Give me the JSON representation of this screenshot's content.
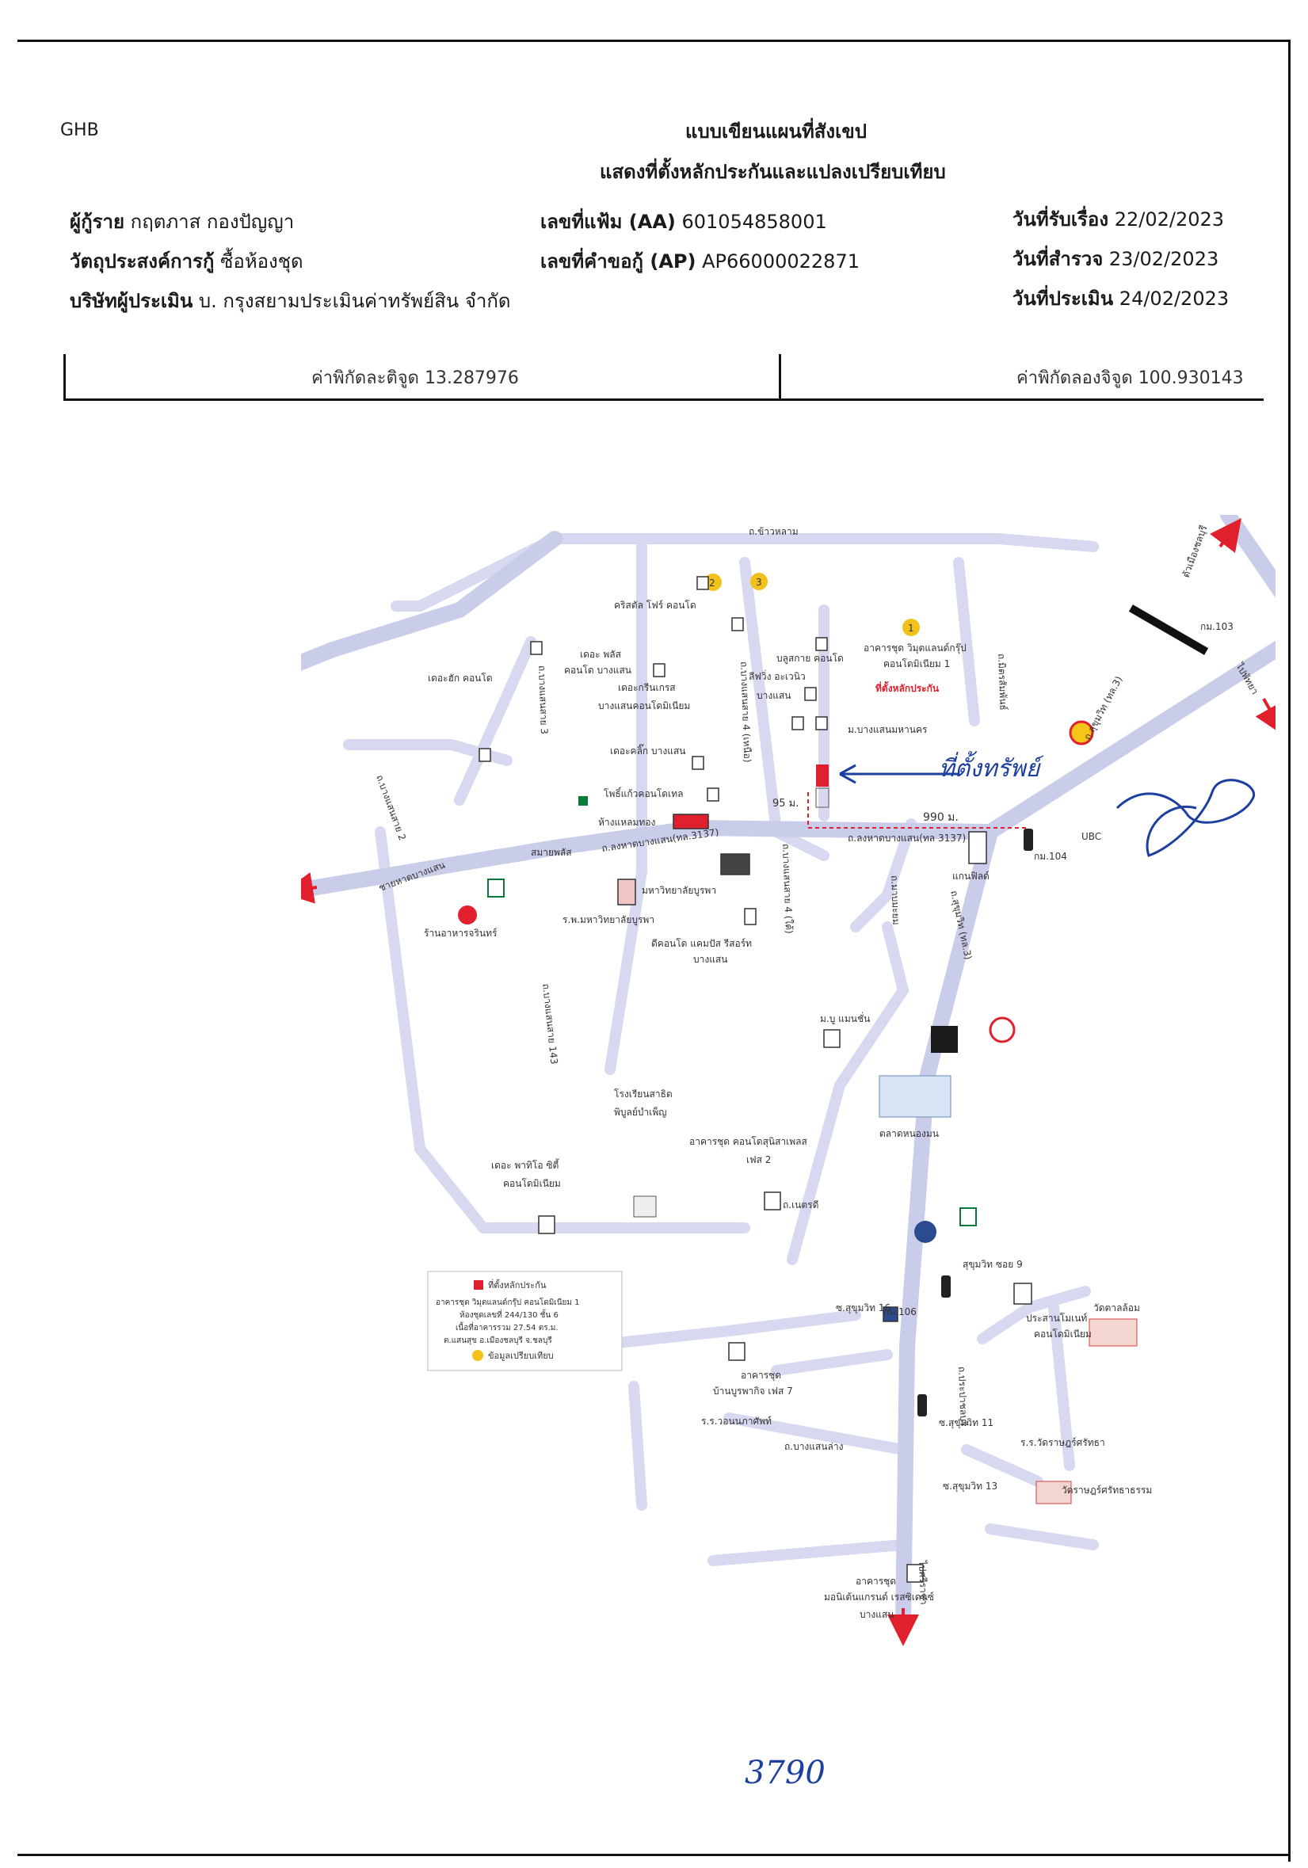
{
  "header": {
    "org": "GHB",
    "title": "แบบเขียนแผนที่สังเขป",
    "subtitle": "แสดงที่ตั้งหลักประกันและแปลงเปรียบเทียบ"
  },
  "fields": {
    "borrower_label": "ผู้กู้ราย",
    "borrower_value": "กฤตภาส กองปัญญา",
    "purpose_label": "วัตถุประสงค์การกู้",
    "purpose_value": "ซื้อห้องชุด",
    "appraiser_label": "บริษัทผู้ประเมิน",
    "appraiser_value": "บ. กรุงสยามประเมินค่าทรัพย์สิน จำกัด",
    "file_no_label": "เลขที่แฟ้ม (AA)",
    "file_no_value": "601054858001",
    "app_no_label": "เลขที่คำขอกู้ (AP)",
    "app_no_value": "AP66000022871",
    "received_label": "วันที่รับเรื่อง",
    "received_value": "22/02/2023",
    "survey_label": "วันที่สำรวจ",
    "survey_value": "23/02/2023",
    "appraisal_label": "วันที่ประเมิน",
    "appraisal_value": "24/02/2023"
  },
  "coords": {
    "lat_label": "ค่าพิกัดละติจูด",
    "lat_value": "13.287976",
    "lng_label": "ค่าพิกัดลองจิจูด",
    "lng_value": "100.930143"
  },
  "map": {
    "road_labels": {
      "chaowalam": "ถ.ข้าวหลาม",
      "longhad": "ถ.ลงหาดบางแสน(ทล.3137)",
      "longhad2": "ถ.ลงหาดบางแสน(ทล 3137)",
      "sukhumvit": "ถ.สุขุมวิท (ทล.3)",
      "sukhumvit_lower": "ถ.สุขุมวิท (ทล.3)",
      "bangsaen4": "ถ.บางแสนสาย 4 (เหนือ)",
      "bangsaen4_south": "ถ.บางแสนสาย 4 (ใต้)",
      "bangsaen3": "ถ.บางแสนสาย 3",
      "bangsaen2": "ถ.บางแสนสาย 2",
      "bangsaen143": "ถ.บางแสนสาย 143",
      "nettadi": "ถ.เนตรดี",
      "sukhumvit9": "สุขุมวิท ซอย 9",
      "sukhumvit16": "ซ.สุขุมวิท 16",
      "sukhumvit11": "ซ.สุขุมวิท 11",
      "sukhumvit13": "ซ.สุขุมวิท 13",
      "bangsaenlang": "ถ.บางแสนล่าง",
      "phraya": "ถ.มาบมะยม",
      "to_muang": "ตัวเมืองชลบุรี",
      "to_pattaya": "ไปพัทยา",
      "to_sriracha": "ไปศรีราชา",
      "beach": "ชายหาดบางแสน",
      "prapas": "ถ.ประปาชลบุรี",
      "mitr": "ถ.มิตรสัมพันธ์",
      "km103": "กม.103",
      "km104": "กม.104",
      "km106": "กม.106"
    },
    "places": {
      "the_hug": "เดอะฮัก คอนโด",
      "the_plus": "เดอะ พลัส",
      "the_plus2": "คอนโด บางแสน",
      "the_green": "เดอะกรีนเกรส",
      "bangsaen_condo": "บางแสนคอนโดมิเนียม",
      "crystal": "คริสตัล โฟร์ คอนโด",
      "the_click": "เดอะคลิ๊ก บางแสน",
      "phet": "โพธิ์แก้วคอนโดเทล",
      "lotus": "ห้างแหลมทอง",
      "samai": "สมายพลัส",
      "burapha": "มหาวิทยาลัยบูรพา",
      "burapha_hosp": "ร.พ.มหาวิทยาลัยบูรพา",
      "campus": "ดีคอนโด แคมปัส รีสอร์ท",
      "campus2": "บางแสน",
      "restaurant": "ร้านอาหารจรินทร์",
      "bluesky": "บลูสกาย คอนโด",
      "lifestyle": "ลีฟวิ่ง อะเวนิว",
      "lifestyle2": "บางแสน",
      "mahanakorn": "ม.บางแสนมหานคร",
      "target_note": "อาคารชุด วิมุตแลนด์กรุ๊ป",
      "target_note2": "คอนโดมิเนียม 1",
      "target_tag": "ที่ตั้งหลักประกัน",
      "handwritten": "ที่ตั้งทรัพย์",
      "gainfield": "แกนฟิลด์",
      "ubc": "UBC",
      "manchan": "ม.บู แมนชั่น",
      "nongmon": "ตลาดหนองมน",
      "school": "โรงเรียนสาธิต",
      "school2": "พิบูลย์บำเพ็ญ",
      "condo_rising": "อาคารชุด คอนโดสุนิสาเพลส",
      "condo_rising2": "เฟส 2",
      "the_pattio": "เดอะ พาทิโอ ซิตี้",
      "the_pattio2": "คอนโดมิเนียม",
      "wat_tamla": "วัดตาลล้อม",
      "wat_sri": "วัดราษฎร์ศรัทธาธรรม",
      "school_wat": "ร.ร.วัดราษฎร์ศรัทธา",
      "school_won": "ร.ร.วอนนภาศัพท์",
      "ban_burapha": "อาคารชุด",
      "ban_burapha2": "บ้านบูรพากิจ เฟส 7",
      "condo_bottom": "อาคารชุด",
      "condo_bottom2": "มอนิเต้นแกรนด์ เรสซิเดนซ์",
      "condo_bottom3": "บางแสน",
      "condo_right": "ประสานโมเนท์",
      "condo_right2": "คอนโดมิเนียม",
      "dist_95": "95 ม.",
      "dist_990": "990 ม."
    },
    "legend": {
      "title": "ที่ตั้งหลักประกัน",
      "line1": "อาคารชุด วิมุตแลนด์กรุ๊ป คอนโดมิเนียม 1",
      "line2": "ห้องชุดเลขที่ 244/130 ชั้น 6",
      "line3": "เนื้อที่อาคารรวม 27.54 ตร.ม.",
      "line4": "ต.แสนสุข อ.เมืองชลบุรี จ.ชลบุรี",
      "compare": "ข้อมูลเปรียบเทียบ"
    },
    "markers": [
      "1",
      "2",
      "3"
    ],
    "colors": {
      "road": "#d6d9ef",
      "road_major": "#c9cdea",
      "target": "#e0202c",
      "arrow_ink": "#1d3fa0",
      "compare": "#f2c21a",
      "boundary": "#d0d3d8"
    }
  },
  "stamp_number": "3790"
}
